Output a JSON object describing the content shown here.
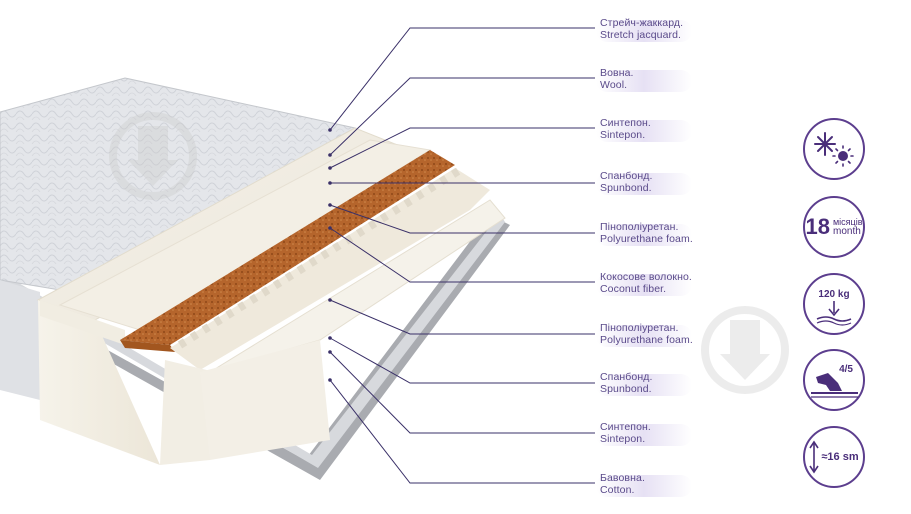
{
  "layers": [
    {
      "ua": "Стрейч-жаккард.",
      "en": "Stretch jacquard."
    },
    {
      "ua": "Вовна.",
      "en": "Wool."
    },
    {
      "ua": "Синтепон.",
      "en": "Sintepon."
    },
    {
      "ua": "Спанбонд.",
      "en": "Spunbond."
    },
    {
      "ua": "Пінополіуретан.",
      "en": "Polyurethane foam."
    },
    {
      "ua": "Кокосове волокно.",
      "en": "Coconut fiber."
    },
    {
      "ua": "Пінополіуретан.",
      "en": "Polyurethane foam."
    },
    {
      "ua": "Спанбонд.",
      "en": "Spunbond."
    },
    {
      "ua": "Синтепон.",
      "en": "Sintepon."
    },
    {
      "ua": "Бавовна.",
      "en": "Cotton."
    }
  ],
  "badges": {
    "season_icon": "snowflake-sun-icon",
    "warranty_number": "18",
    "warranty_ua": "місяців",
    "warranty_en": "month",
    "max_weight": "120 kg",
    "firmness": "4/5",
    "height": "≈16 sm"
  },
  "colors": {
    "accent": "#5c3e8e",
    "label_text": "#5a4a8a",
    "leader_line": "#3a3068",
    "coconut": "#b0612a",
    "foam": "#f3efe6",
    "jacquard": "#e6e7ea"
  }
}
